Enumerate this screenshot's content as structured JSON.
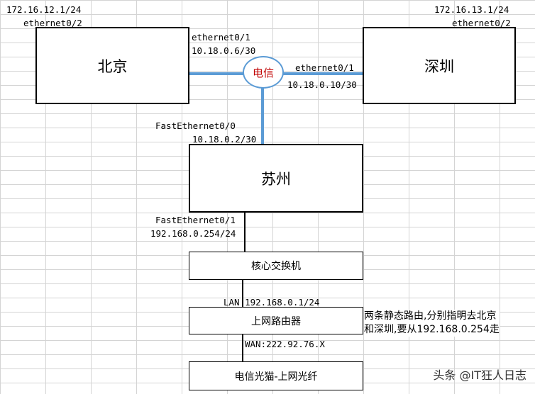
{
  "nodes": {
    "beijing": "北京",
    "shenzhen": "深圳",
    "telecom": "电信",
    "suzhou": "苏州",
    "core_switch": "核心交换机",
    "router": "上网路由器",
    "modem": "电信光猫-上网光纤"
  },
  "labels": {
    "bj_lan_ip": "172.16.12.1/24",
    "bj_lan_if": "ethernet0/2",
    "sz_lan_ip": "172.16.13.1/24",
    "sz_lan_if": "ethernet0/2",
    "bj_wan_if": "ethernet0/1",
    "bj_wan_ip": "10.18.0.6/30",
    "sz_wan_if": "ethernet0/1",
    "sz_wan_ip": "10.18.0.10/30",
    "suz_wan_if": "FastEthernet0/0",
    "suz_wan_ip": "10.18.0.2/30",
    "suz_lan_if": "FastEthernet0/1",
    "suz_lan_ip": "192.168.0.254/24",
    "router_lan": "LAN 192.168.0.1/24",
    "router_wan": "WAN:222.92.76.X"
  },
  "note": {
    "line1": "两条静态路由,分别指明去北京",
    "line2": "和深圳,要从192.168.0.254走"
  },
  "watermark": "头条 @IT狂人日志",
  "colors": {
    "link": "#5b9bd5",
    "telecom_text": "#c00000"
  }
}
